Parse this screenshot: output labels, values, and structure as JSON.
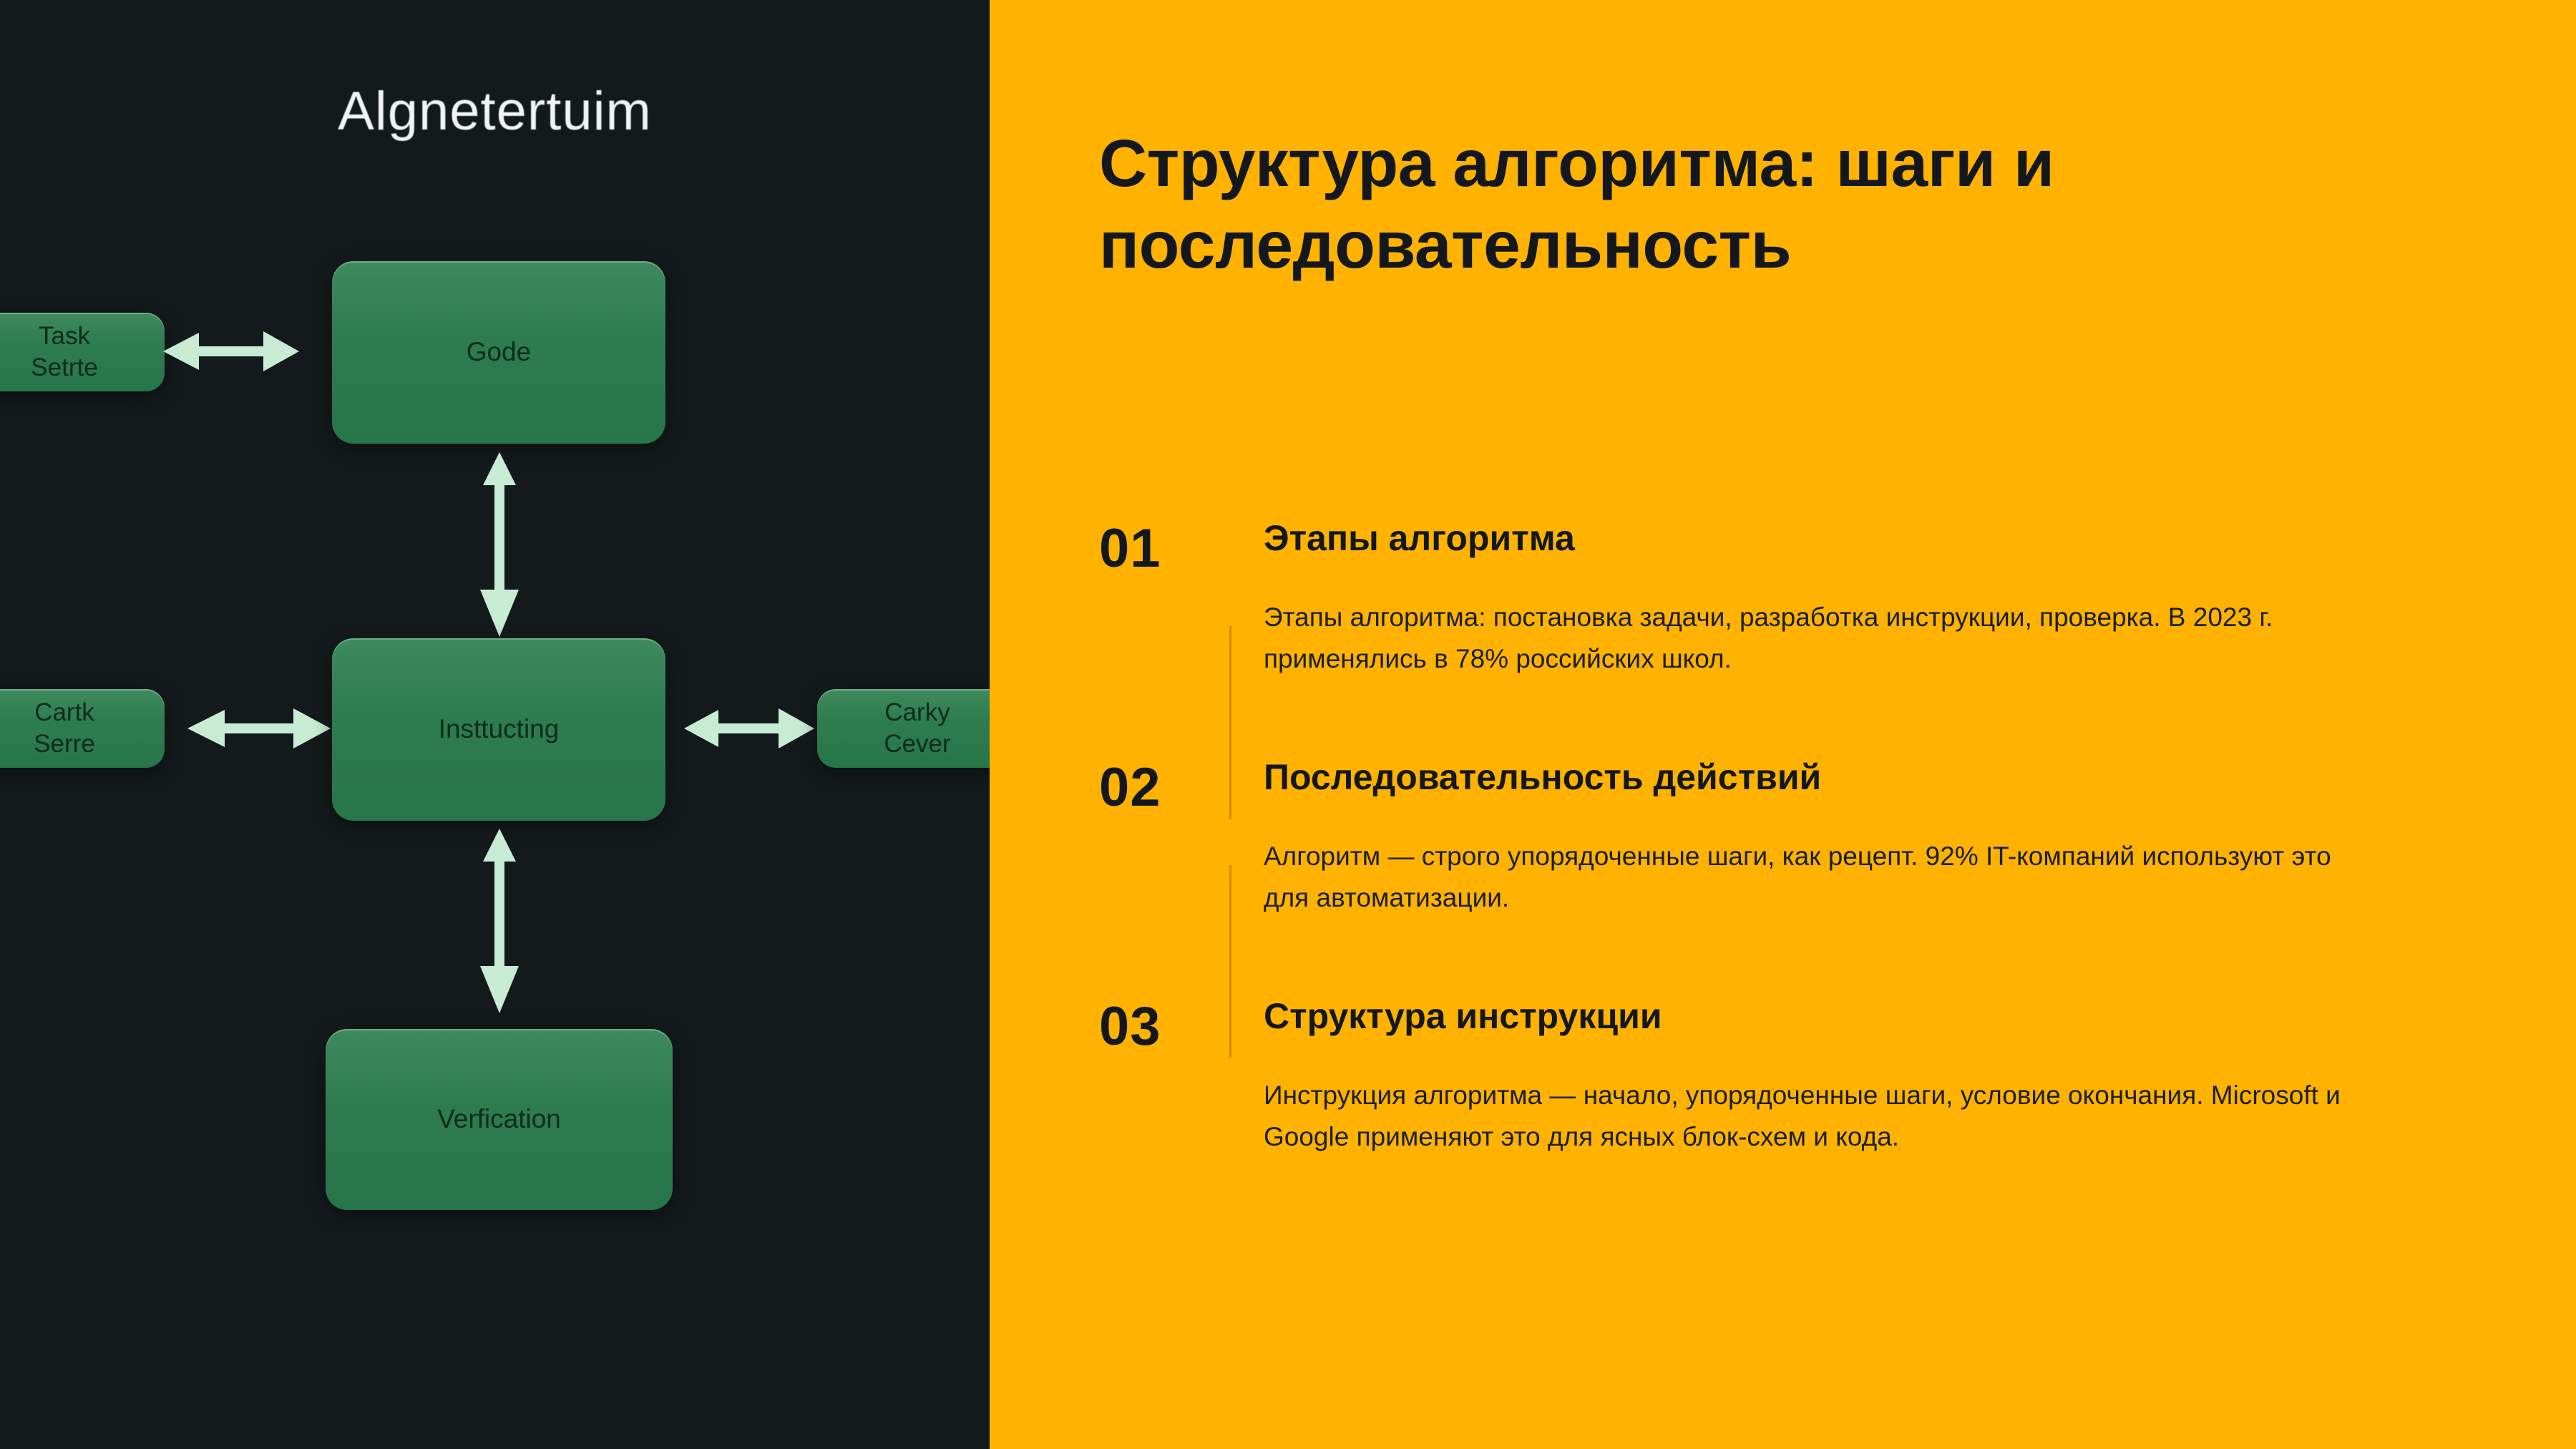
{
  "theme": {
    "panel_dark": "#141a1c",
    "panel_accent": "#ffb300",
    "node_green": "#2e7d4f",
    "arrow_mint": "#c7ecd3",
    "text_dark": "#14181c",
    "text_light": "#f2f4f3"
  },
  "diagram": {
    "title": "Algnetertuim",
    "nodes": [
      {
        "id": "task-setrte",
        "label": "Task\nSetrte"
      },
      {
        "id": "gode",
        "label": "Gode"
      },
      {
        "id": "cartk-serre",
        "label": "Cartk\nSerre"
      },
      {
        "id": "insttucting",
        "label": "Insttucting"
      },
      {
        "id": "carky-cever",
        "label": "Carky\nCever"
      },
      {
        "id": "verfication",
        "label": "Verfication"
      }
    ],
    "node_labels": {
      "task_setrte_line1": "Task",
      "task_setrte_line2": "Setrte",
      "gode": "Gode",
      "cartk_serre_line1": "Cartk",
      "cartk_serre_line2": "Serre",
      "insttucting": "Insttucting",
      "carky_cever_line1": "Carky",
      "carky_cever_line2": "Cever",
      "verfication": "Verfication"
    },
    "connections": [
      {
        "from": "task-setrte",
        "to": "gode",
        "style": "double-arrow-horizontal"
      },
      {
        "from": "gode",
        "to": "insttucting",
        "style": "double-arrow-vertical"
      },
      {
        "from": "cartk-serre",
        "to": "insttucting",
        "style": "double-arrow-horizontal"
      },
      {
        "from": "insttucting",
        "to": "carky-cever",
        "style": "double-arrow-horizontal"
      },
      {
        "from": "insttucting",
        "to": "verfication",
        "style": "double-arrow-vertical"
      }
    ]
  },
  "slide": {
    "title": "Структура алгоритма: шаги и последовательность",
    "items": [
      {
        "number": "01",
        "heading": "Этапы алгоритма",
        "text": "Этапы алгоритма: постановка задачи, разработка инструкции, проверка. В 2023 г. применялись в 78% российских школ."
      },
      {
        "number": "02",
        "heading": "Последовательность действий",
        "text": "Алгоритм — строго упорядоченные шаги, как рецепт. 92% IT-компаний используют это для автоматизации."
      },
      {
        "number": "03",
        "heading": "Структура инструкции",
        "text": "Инструкция алгоритма — начало, упорядоченные шаги, условие окончания. Microsoft и Google применяют это для ясных блок-схем и кода."
      }
    ]
  }
}
